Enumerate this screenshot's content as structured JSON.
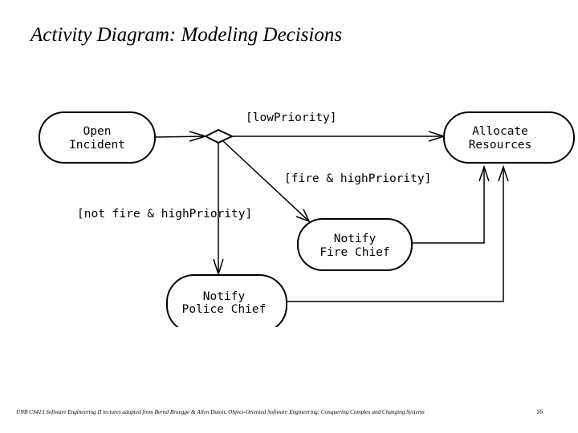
{
  "slide": {
    "title": "Activity Diagram: Modeling Decisions",
    "footer": "UNB CS413 Software Engineering II lectures adapted from Bernd Bruegge & Allen Dutoit, Object-Oriented Software Engineering: Conquering Complex and Changing Systems",
    "page_number": "16"
  },
  "diagram": {
    "nodes": {
      "open_incident": [
        "Open",
        "Incident"
      ],
      "allocate_resources": [
        "Allocate",
        "Resources"
      ],
      "notify_fire_chief": [
        "Notify",
        "Fire Chief"
      ],
      "notify_police_chief": [
        "Notify",
        "Police Chief"
      ]
    },
    "guards": {
      "low_priority": "[lowPriority]",
      "fire_high_priority": "[fire & highPriority]",
      "not_fire_high_priority": "[not fire & highPriority]"
    }
  }
}
